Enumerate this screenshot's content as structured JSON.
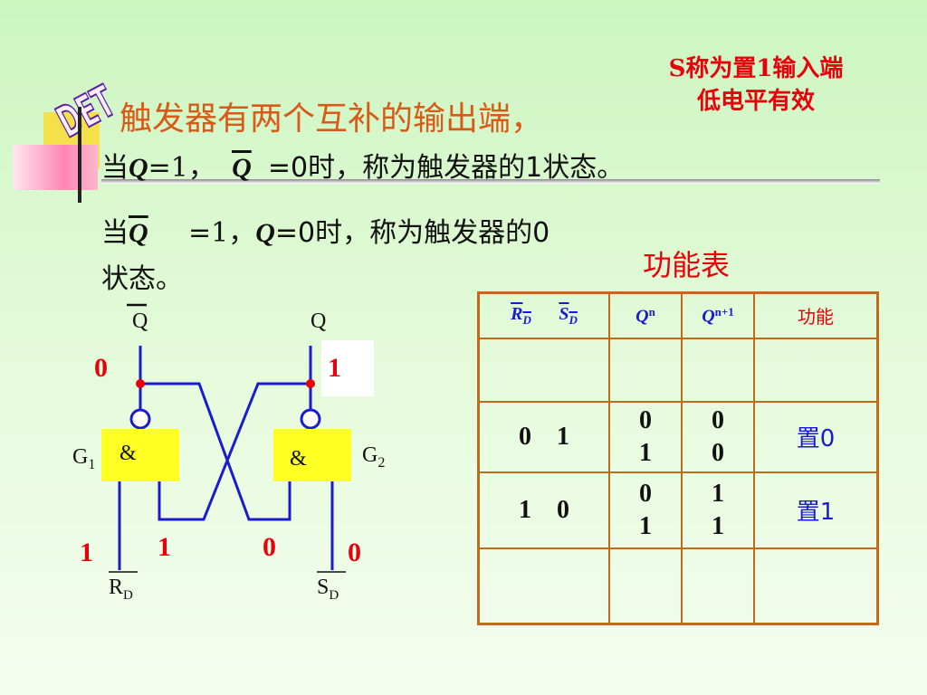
{
  "note": {
    "line1": "S称为置1输入端",
    "line2": "低电平有效"
  },
  "logo": {
    "text": "DET"
  },
  "title": "触发器有两个互补的输出端，",
  "line1": {
    "prefix": "当",
    "q": "Q",
    "eq1": "=1，",
    "qbar": "Q",
    "eq2": "=0时，称为触发器的1状态。"
  },
  "line2": {
    "prefix": "当",
    "qbar": "Q",
    "eq1": "=1，",
    "q": "Q",
    "eq2": "=0时，称为触发器的0"
  },
  "line3": "状态。",
  "function_table_title": "功能表",
  "circuit": {
    "qbar_label": "Q",
    "q_label": "Q",
    "gate1_symbol": "&",
    "gate2_symbol": "&",
    "g1_label": "G",
    "g1_sub": "1",
    "g2_label": "G",
    "g2_sub": "2",
    "rd_label": "R",
    "rd_sub": "D",
    "sd_label": "S",
    "sd_sub": "D",
    "qbar_value": "0",
    "q_value": "1",
    "rd_value": "1",
    "sd_value": "0",
    "cross_left_value": "1",
    "cross_right_value": "0"
  },
  "table": {
    "headers": {
      "rd": "R",
      "rd_sub": "D",
      "sd": "S",
      "sd_sub": "D",
      "qn": "Q",
      "qn_sup": "n",
      "qn1": "Q",
      "qn1_sup": "n+1",
      "func": "功能"
    },
    "rows": [
      {
        "rs": "",
        "qn": "",
        "qn1": "",
        "func": ""
      },
      {
        "rs": "0　1",
        "qn": "0\n1",
        "qn1": "0\n0",
        "func": "置0"
      },
      {
        "rs": "1　0",
        "qn": "0\n1",
        "qn1": "1\n1",
        "func": "置1"
      },
      {
        "rs": "",
        "qn": "",
        "qn1": "",
        "func": ""
      }
    ]
  },
  "colors": {
    "accent": "#e8000a",
    "title": "#d95a18",
    "table_border": "#c06a1a",
    "gate": "#ffff24",
    "blue": "#1a1ad0"
  }
}
